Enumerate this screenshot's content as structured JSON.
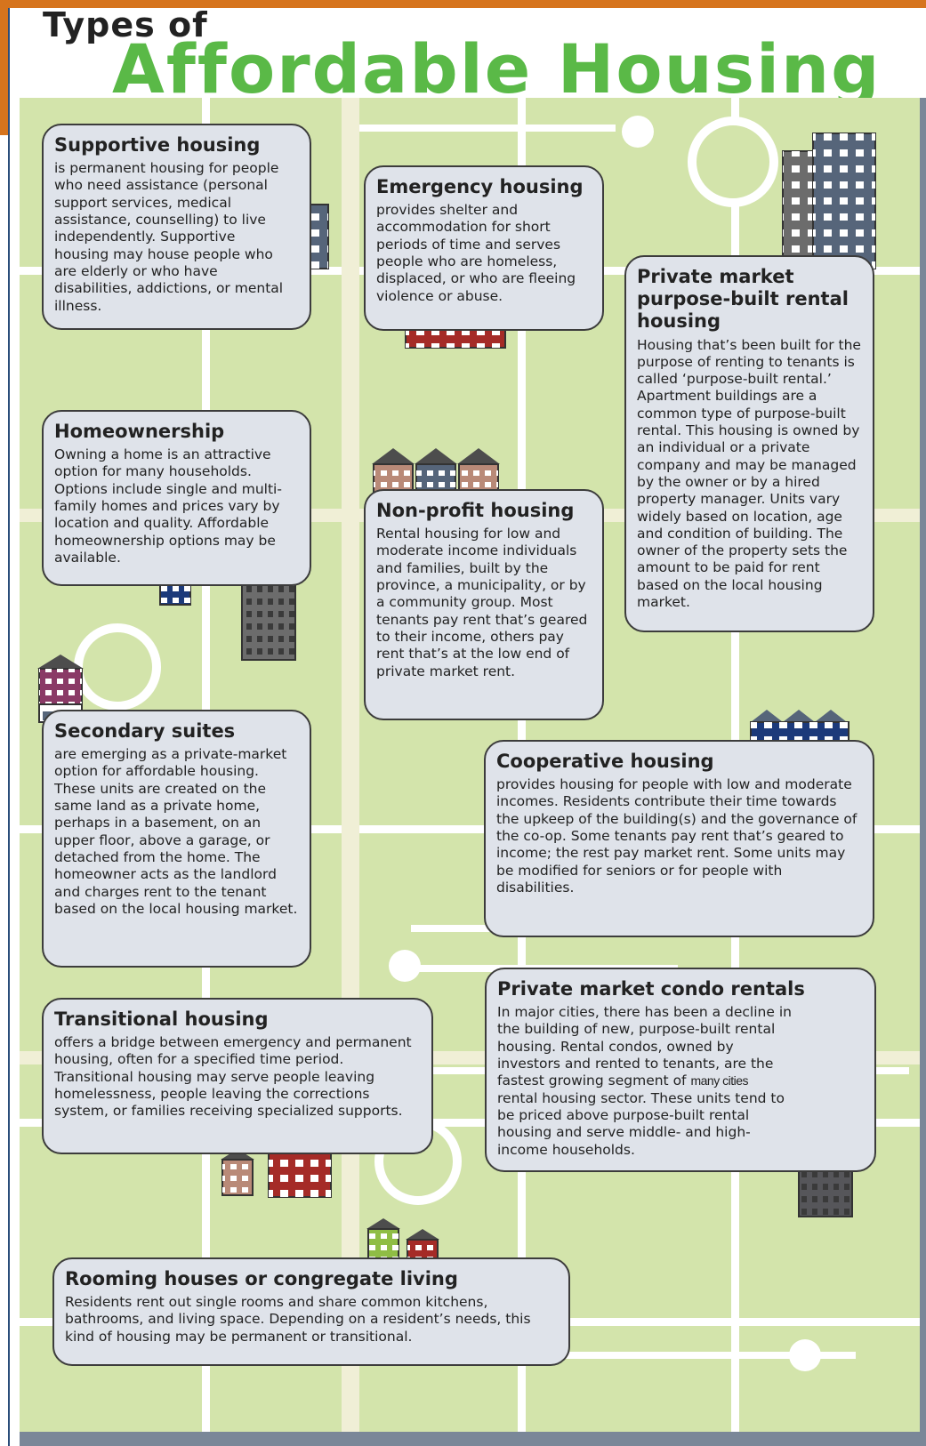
{
  "title": {
    "line1": "Types of",
    "line2": "Affordable Housing"
  },
  "colors": {
    "title_green": "#5ab947",
    "map_green": "#d3e4ab",
    "road_cream": "#f0efd6",
    "card_fill": "#dfe3ea",
    "building_slate": "#56657a",
    "building_red": "#a52b27",
    "building_navy": "#1c3a7a"
  },
  "cards": {
    "supportive": {
      "heading": "Supportive housing",
      "body": "is permanent housing for people who need assistance (personal support services, medical assistance, counselling) to live independently. Supportive housing may house people who are elderly or who have disabilities, addictions, or mental illness."
    },
    "emergency": {
      "heading": "Emergency housing",
      "body": "provides shelter and accommodation for short periods of time and serves people who are homeless, displaced, or who are fleeing violence or abuse."
    },
    "private_purpose": {
      "heading": "Private market purpose-built rental housing",
      "body": "Housing that’s been built for the purpose of renting to tenants is called ‘purpose-built rental.’ Apartment buildings are a common type of purpose-built rental. This housing is owned by an individual or a private company and may be managed by the owner or by a hired property manager. Units vary widely based on location, age and condition of building. The owner of the property sets the amount to be paid for rent based on the local housing market."
    },
    "homeownership": {
      "heading": "Homeownership",
      "body": "Owning a home is an attractive option for many households. Options include single and multi-family homes and prices vary by location and quality. Affordable homeownership options may be available."
    },
    "nonprofit": {
      "heading": "Non-profit housing",
      "body": "Rental housing for low and moderate income individuals and families, built by the province, a municipality, or by a community group. Most tenants pay rent that’s geared to their income, others pay rent that’s at the low end of private market rent."
    },
    "secondary": {
      "heading": "Secondary suites",
      "body": "are emerging as a private-market option for affordable housing. These units are created on the same land as a private home, perhaps in a basement, on an upper floor, above a garage, or detached from the home. The homeowner acts as the landlord and charges rent to the tenant based on the local housing market."
    },
    "cooperative": {
      "heading": "Cooperative housing",
      "body": "provides housing for people with low and moderate incomes. Residents contribute their time towards the upkeep of the building(s) and the governance of the co-op. Some tenants pay rent that’s geared to income; the rest pay market rent. Some units may be modified for seniors or for people with disabilities."
    },
    "condo": {
      "heading": "Private market condo rentals",
      "body_part1": "In major cities, there has been a decline in the building of new, purpose-built rental housing. Rental condos, owned by investors and rented to tenants, are the fastest growing segment of",
      "inline_note": "many cities",
      "body_part2": "rental housing sector. These units tend to be priced above purpose-built rental housing and serve middle- and high-income households."
    },
    "transitional": {
      "heading": "Transitional housing",
      "body": "offers a bridge between emergency and permanent housing, often for a specified time period. Transitional housing may serve people leaving homelessness, people leaving the corrections system, or families receiving specialized supports."
    },
    "rooming": {
      "heading": "Rooming houses or congregate living",
      "body": "Residents rent out single rooms and share common kitchens, bathrooms, and living space. Depending on a resident’s needs, this kind of housing may be permanent or transitional."
    }
  }
}
